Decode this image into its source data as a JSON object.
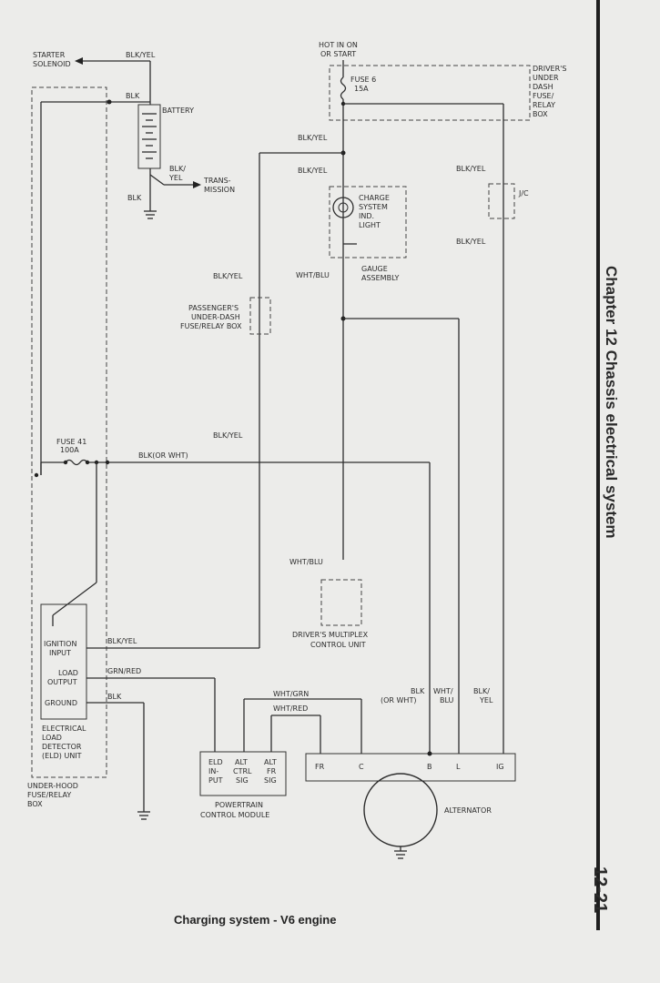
{
  "page": {
    "chapter_title": "Chapter 12  Chassis electrical system",
    "page_number": "12-21",
    "caption": "Charging system - V6 engine"
  },
  "labels": {
    "starter_solenoid": [
      "STARTER",
      "SOLENOID"
    ],
    "blk_yel": "BLK/YEL",
    "blk": "BLK",
    "battery": "BATTERY",
    "blk_yel_split": [
      "BLK/",
      "YEL"
    ],
    "transmission": [
      "TRANS-",
      "MISSION"
    ],
    "hot_in_on": [
      "HOT IN ON",
      "OR START"
    ],
    "fuse6": [
      "FUSE 6",
      "15A"
    ],
    "drivers_box": [
      "DRIVER'S",
      "UNDER",
      "DASH",
      "FUSE/",
      "RELAY",
      "BOX"
    ],
    "charge_light": [
      "CHARGE",
      "SYSTEM",
      "IND.",
      "LIGHT"
    ],
    "jc": "J/C",
    "wht_blu": "WHT/BLU",
    "gauge_assembly": [
      "GAUGE",
      "ASSEMBLY"
    ],
    "passengers_box": [
      "PASSENGER'S",
      "UNDER-DASH",
      "FUSE/RELAY BOX"
    ],
    "fuse41": [
      "FUSE 41",
      "100A"
    ],
    "blk_or_wht": "BLK(OR WHT)",
    "multiplex": [
      "DRIVER'S MULTIPLEX",
      "CONTROL UNIT"
    ],
    "eld_pins": [
      "IGNITION",
      "INPUT",
      "LOAD",
      "OUTPUT",
      "GROUND"
    ],
    "eld_name": [
      "ELECTRICAL",
      "LOAD",
      "DETECTOR",
      "(ELD) UNIT"
    ],
    "grn_red": "GRN/RED",
    "underhood_box": [
      "UNDER-HOOD",
      "FUSE/RELAY",
      "BOX"
    ],
    "wht_grn": "WHT/GRN",
    "wht_red": "WHT/RED",
    "blk_or_wht_split": [
      "BLK",
      "(OR WHT)"
    ],
    "wht_blu_split": [
      "WHT/",
      "BLU"
    ],
    "pcm_pins": [
      "ELD",
      "IN-",
      "PUT",
      "ALT",
      "CTRL",
      "SIG",
      "ALT",
      "FR",
      "SIG"
    ],
    "pcm_name": [
      "POWERTRAIN",
      "CONTROL MODULE"
    ],
    "alt_terminals": [
      "FR",
      "C",
      "B",
      "L",
      "IG"
    ],
    "alternator": "ALTERNATOR"
  }
}
